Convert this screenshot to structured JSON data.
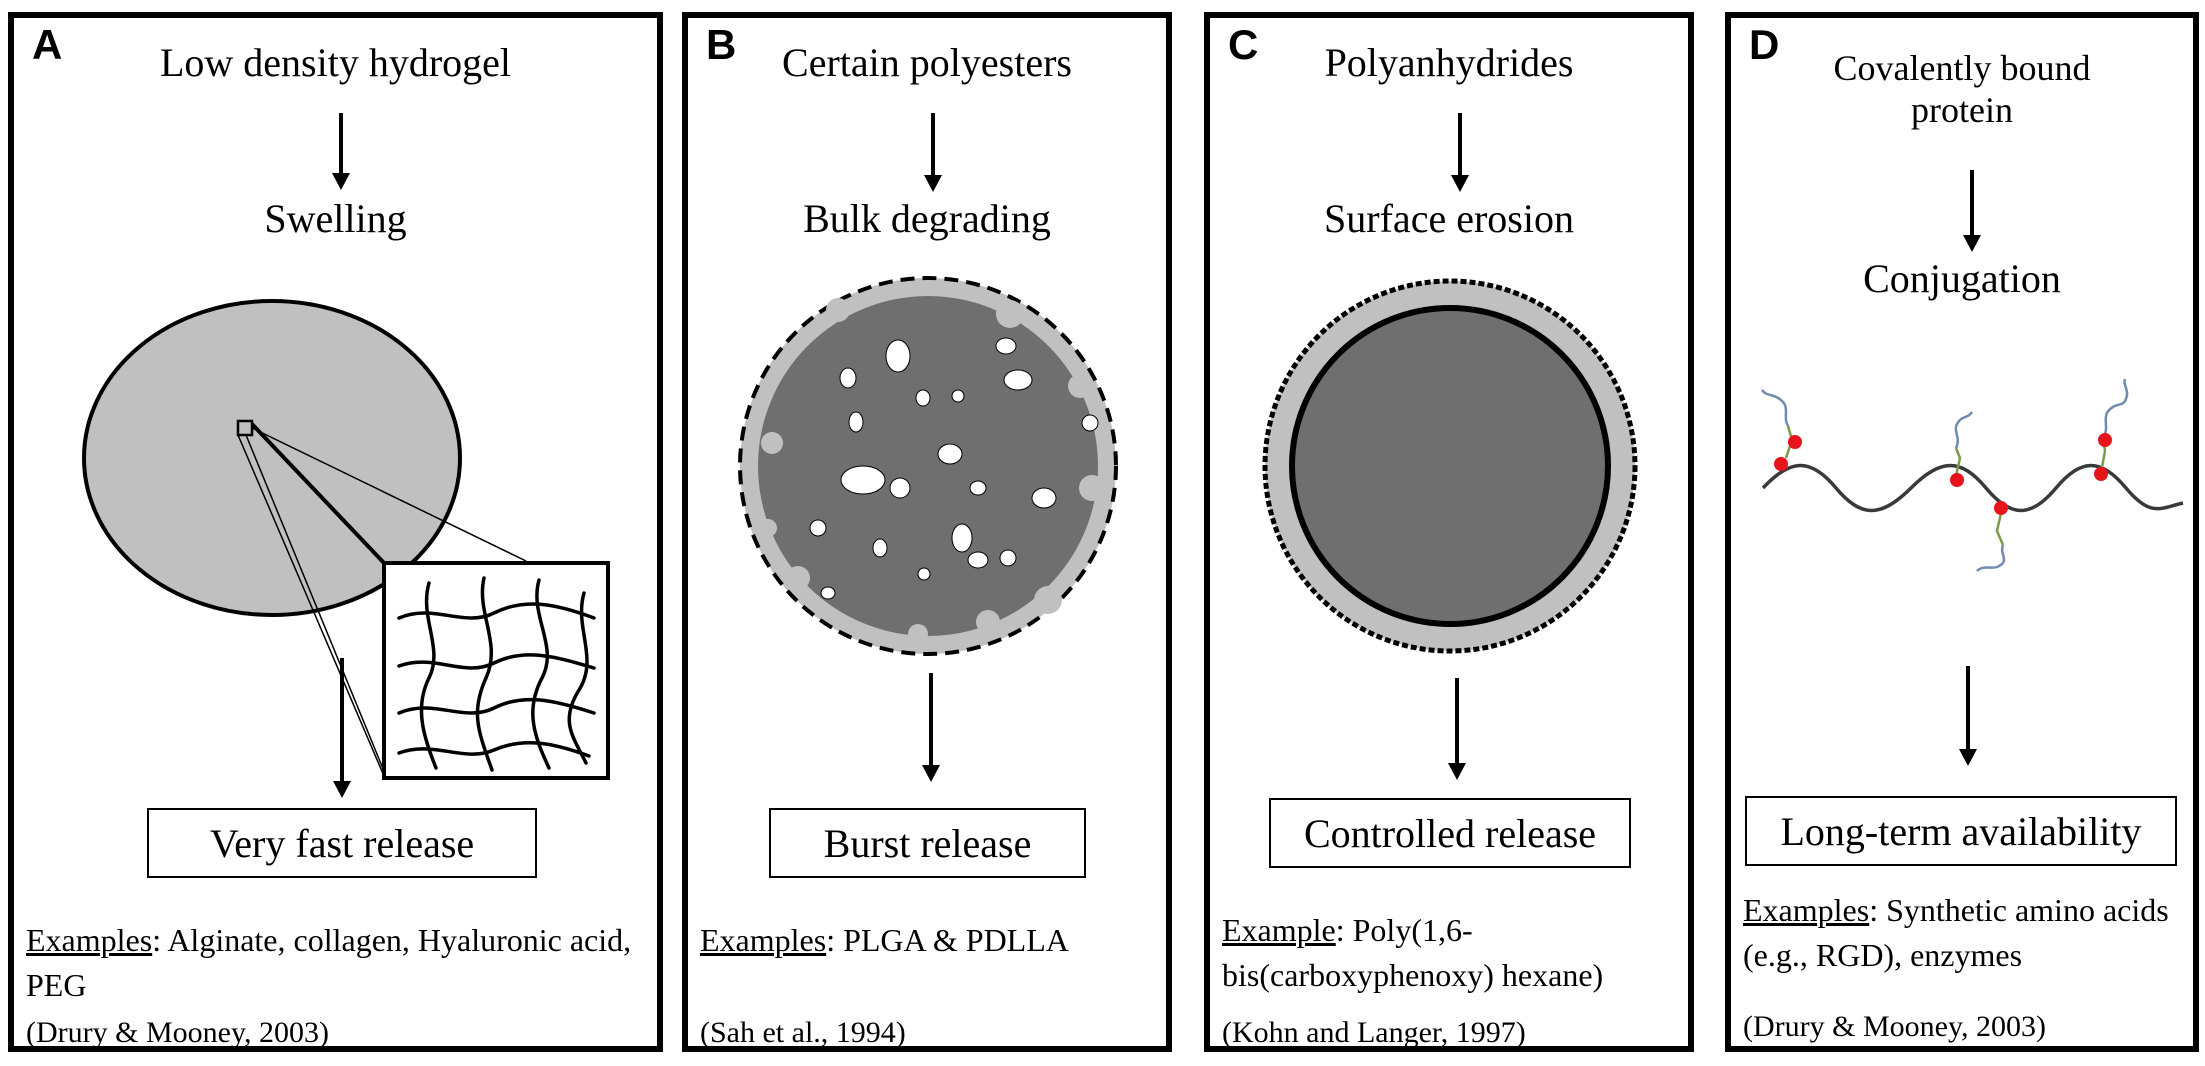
{
  "panels": {
    "a": {
      "letter": "A",
      "title": "Low density hydrogel",
      "step": "Swelling",
      "outcome": "Very fast release",
      "examples_label": "Examples",
      "examples_text": ": Alginate, collagen, Hyaluronic acid, PEG",
      "reference": "(Drury & Mooney, 2003)"
    },
    "b": {
      "letter": "B",
      "title": "Certain polyesters",
      "step": "Bulk degrading",
      "outcome": "Burst release",
      "examples_label": "Examples",
      "examples_text": ": PLGA & PDLLA",
      "reference": "(Sah et al., 1994)"
    },
    "c": {
      "letter": "C",
      "title": "Polyanhydrides",
      "step": "Surface erosion",
      "outcome": "Controlled release",
      "examples_label": "Example",
      "examples_text": ": Poly(1,6-bis(carboxyphenoxy) hexane)",
      "reference": "(Kohn and Langer, 1997)"
    },
    "d": {
      "letter": "D",
      "title_line1": "Covalently bound",
      "title_line2": "protein",
      "step": "Conjugation",
      "outcome": "Long-term availability",
      "examples_label": "Examples",
      "examples_text": ": Synthetic amino acids (e.g., RGD), enzymes",
      "reference": "(Drury & Mooney, 2003)"
    }
  },
  "colors": {
    "light_gray": "#c0c0c0",
    "dark_gray": "#6f6f6f",
    "red_dot": "#e8141b",
    "green_link": "#7a9a4a",
    "chain_blue": "#6f8bb0"
  }
}
